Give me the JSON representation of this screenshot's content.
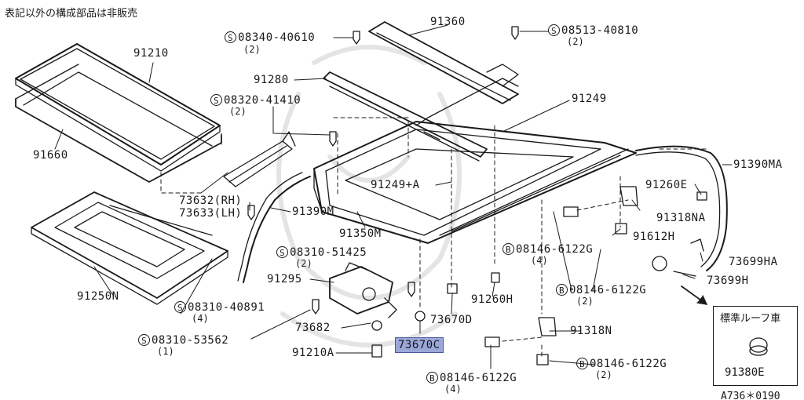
{
  "note": "表記以外の構成部品は非販売",
  "figure_code": "A736＊0190",
  "inset": {
    "title": "標準ルーフ車",
    "part": "91380E"
  },
  "highlighted_part": "73670C",
  "highlight_color": "#9aa7d9",
  "labels": {
    "p91360": "91360",
    "p91210": "91210",
    "p91280": "91280",
    "p91660": "91660",
    "p91249": "91249",
    "p91390MA": "91390MA",
    "p73632": "73632(RH)",
    "p73633": "73633(LH)",
    "p91249A": "91249+A",
    "p91260E": "91260E",
    "p91390M": "91390M",
    "p91318NA": "91318NA",
    "p91350M": "91350M",
    "p91612H": "91612H",
    "p91250N": "91250N",
    "p91295": "91295",
    "p73699HA": "73699HA",
    "p73699H": "73699H",
    "p91260H": "91260H",
    "p73670D": "73670D",
    "p73682": "73682",
    "p91318N": "91318N",
    "p73670C": "73670C",
    "p91210A": "91210A"
  },
  "fasteners": [
    {
      "prefix": "S",
      "part": "08340-40610",
      "qty": "(2)"
    },
    {
      "prefix": "S",
      "part": "08513-40810",
      "qty": "(2)"
    },
    {
      "prefix": "S",
      "part": "08320-41410",
      "qty": "(2)"
    },
    {
      "prefix": "S",
      "part": "08310-51425",
      "qty": "(2)"
    },
    {
      "prefix": "B",
      "part": "08146-6122G",
      "qty": "(4)"
    },
    {
      "prefix": "B",
      "part": "08146-6122G",
      "qty": "(2)"
    },
    {
      "prefix": "S",
      "part": "08310-40891",
      "qty": "(4)"
    },
    {
      "prefix": "S",
      "part": "08310-53562",
      "qty": "(1)"
    },
    {
      "prefix": "B",
      "part": "08146-6122G",
      "qty": "(2)"
    },
    {
      "prefix": "B",
      "part": "08146-6122G",
      "qty": "(4)"
    }
  ]
}
